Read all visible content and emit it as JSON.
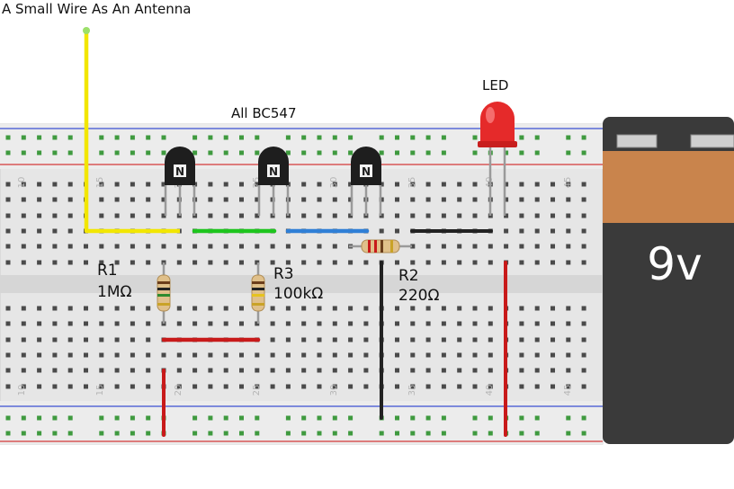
{
  "title": "A Small Wire As An Antenna",
  "transistor_note": "All BC547",
  "led": {
    "label": "LED"
  },
  "battery": {
    "label": "9v"
  },
  "resistors": [
    {
      "ref": "R1",
      "value": "1MΩ"
    },
    {
      "ref": "R3",
      "value": "100kΩ"
    },
    {
      "ref": "R2",
      "value": "220Ω"
    }
  ],
  "transistor_mark": "N",
  "column_numbers": [
    "10",
    "15",
    "20",
    "25",
    "30",
    "35",
    "40",
    "45"
  ],
  "colors": {
    "antenna_wire": "#f2e600",
    "green_wire": "#1ec51e",
    "blue_wire": "#2f7fd6",
    "red_wire": "#c81a1a",
    "black_wire": "#222222",
    "board": "#e8e8e8",
    "rail_line_blue": "#3b4fd1",
    "rail_line_red": "#d43a3a",
    "battery_top": "#c9844c",
    "battery_body": "#3a3a3a",
    "led": "#e52a2a"
  }
}
